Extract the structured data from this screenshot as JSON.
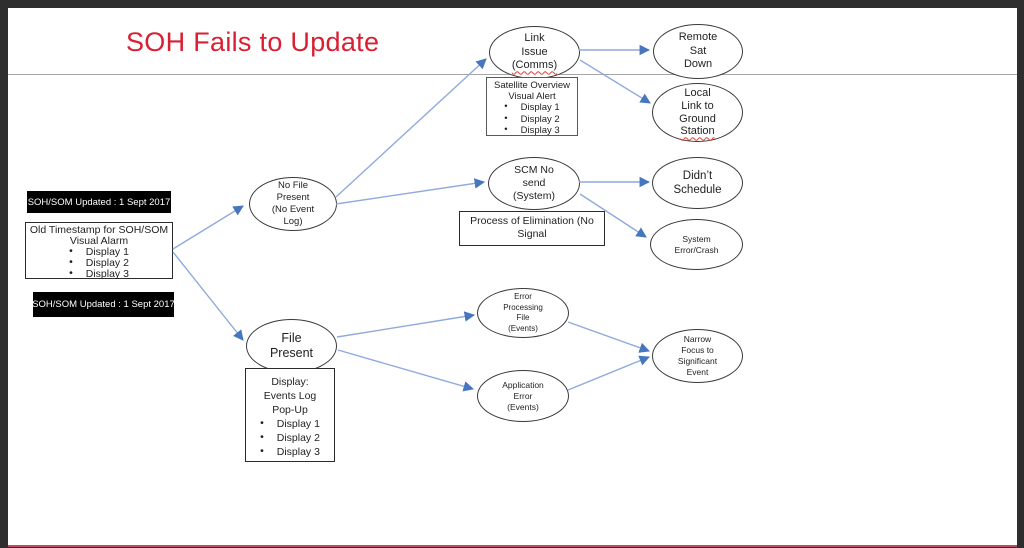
{
  "slide": {
    "title": "SOH Fails to Update"
  },
  "bullet_char": "•",
  "labels": {
    "soh_updated_top": "SOH/SOM Updated : 1 Sept 2017",
    "soh_updated_bottom": "SOH/SOM Updated : 1 Sept 2017"
  },
  "boxes": {
    "old_timestamp": {
      "heading": "Old Timestamp for SOH/SOM\nVisual Alarm",
      "items": [
        "Display 1",
        "Display 2",
        "Display 3"
      ]
    },
    "satellite_overview": {
      "heading": "Satellite Overview\nVisual Alert",
      "items": [
        "Display 1",
        "Display 2",
        "Display 3"
      ]
    },
    "process_elimination": {
      "text": "Process of Elimination (No\nSignal"
    },
    "display_events": {
      "heading": "Display:\nEvents Log\nPop-Up",
      "items": [
        "Display 1",
        "Display 2",
        "Display 3"
      ]
    }
  },
  "nodes": {
    "no_file_present": "No File\nPresent\n(No Event\nLog)",
    "link_issue": {
      "main": "Link\nIssue",
      "flagged": "(Comms)"
    },
    "remote_sat_down": "Remote\nSat\nDown",
    "local_link_ground": {
      "main": "Local\nLink to\nGround",
      "flagged": "Station"
    },
    "scm_no_send": "SCM No\nsend\n(System)",
    "didnt_schedule": "Didn’t\nSchedule",
    "system_error_crash": "System\nError/Crash",
    "file_present": "File\nPresent",
    "error_processing_file": "Error\nProcessing\nFile\n(Events)",
    "application_error": "Application\nError\n(Events)",
    "narrow_focus": "Narrow\nFocus to\nSignificant\nEvent"
  },
  "edges": [
    {
      "from": "old-timestamp-box",
      "to": "no-file-present"
    },
    {
      "from": "old-timestamp-box",
      "to": "file-present"
    },
    {
      "from": "no-file-present",
      "to": "link-issue"
    },
    {
      "from": "no-file-present",
      "to": "scm-no-send"
    },
    {
      "from": "link-issue",
      "to": "remote-sat-down"
    },
    {
      "from": "link-issue",
      "to": "local-link-ground"
    },
    {
      "from": "scm-no-send",
      "to": "didnt-schedule"
    },
    {
      "from": "scm-no-send",
      "to": "system-error-crash"
    },
    {
      "from": "file-present",
      "to": "error-processing-file"
    },
    {
      "from": "file-present",
      "to": "application-error"
    },
    {
      "from": "error-processing-file",
      "to": "narrow-focus"
    },
    {
      "from": "application-error",
      "to": "narrow-focus"
    }
  ],
  "colors": {
    "title_red": "#d91f32",
    "arrow_line": "#8faadc",
    "arrow_head": "#4576be",
    "accent_line": "#c04a5e",
    "label_bg": "#000000",
    "label_fg": "#ffffff",
    "spellcheck_red": "#e03c31"
  }
}
